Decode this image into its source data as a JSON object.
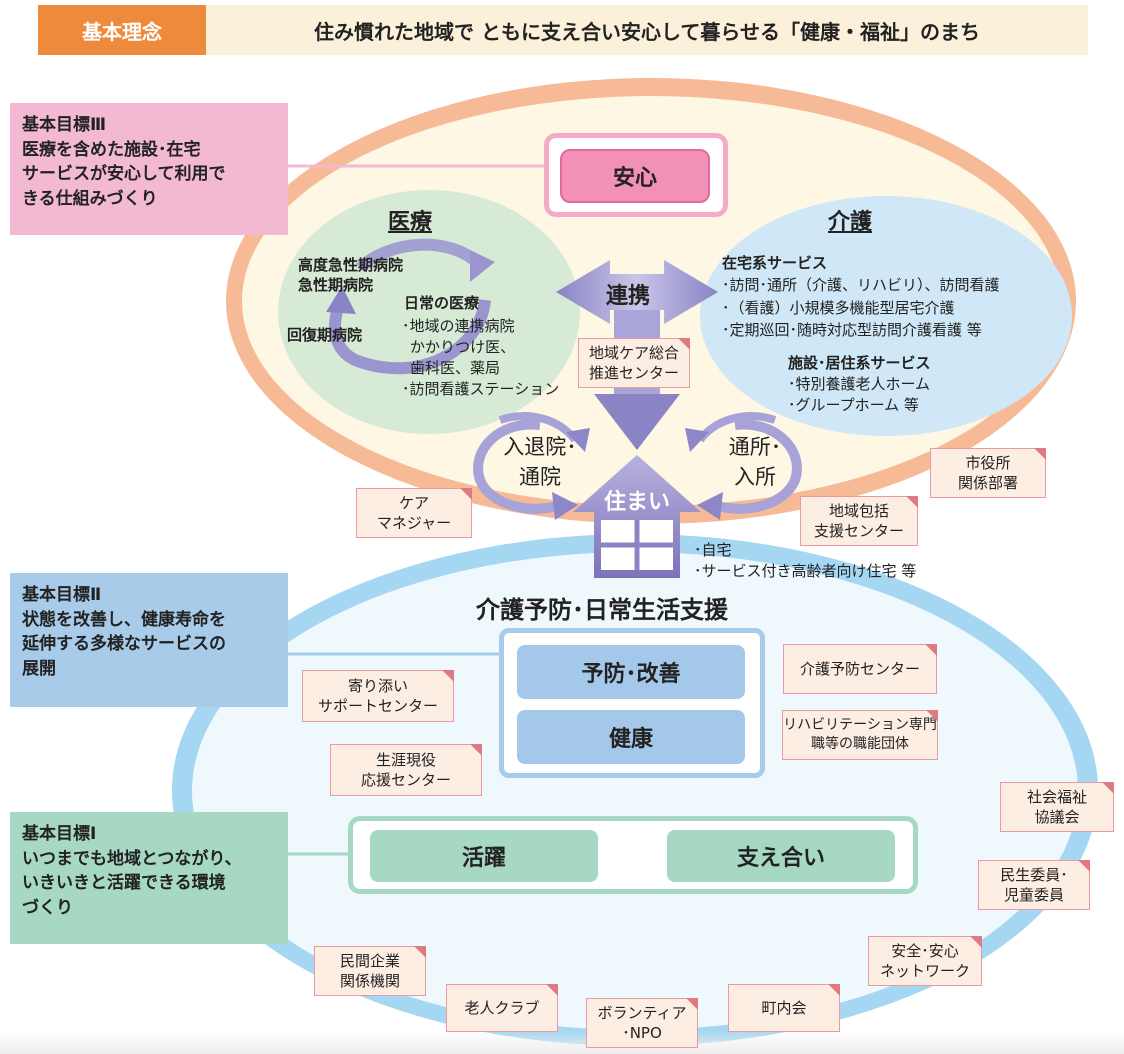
{
  "header": {
    "tag": "基本理念",
    "title": "住み慣れた地域で ともに支え合い安心して暮らせる「健康・福祉」のまち"
  },
  "goals": {
    "g3": {
      "lines": [
        "基本目標Ⅲ",
        "医療を含めた施設･在宅",
        "サービスが安心して利用で",
        "きる仕組みづくり"
      ]
    },
    "g2": {
      "lines": [
        "基本目標Ⅱ",
        "状態を改善し、健康寿命を",
        "延伸する多様なサービスの",
        "展開"
      ]
    },
    "g1": {
      "lines": [
        "基本目標Ⅰ",
        "いつまでも地域とつながり、",
        "いきいきと活躍できる環境",
        "づくり"
      ]
    }
  },
  "anshin": "安心",
  "iryo": {
    "title": "医療",
    "acute": [
      "高度急性期病院",
      "急性期病院"
    ],
    "recovery": "回復期病院",
    "daily_title": "日常の医療",
    "daily_items": [
      "･地域の連携病院",
      "かかりつけ医、",
      "歯科医、薬局",
      "･訪問看護ステーション"
    ]
  },
  "kaigo": {
    "title": "介護",
    "home_title": "在宅系サービス",
    "home_items": [
      "･訪問･通所（介護、リハビリ）、訪問看護",
      "･（看護）小規模多機能型居宅介護",
      "･定期巡回･随時対応型訪問介護看護 等"
    ],
    "facility_title": "施設･居住系サービス",
    "facility_items": [
      "･特別養護老人ホーム",
      "･グループホーム 等"
    ]
  },
  "renkei": "連携",
  "center_tag": [
    "地域ケア総合",
    "推進センター"
  ],
  "nyutaiin": [
    "入退院･",
    "通院"
  ],
  "tsusho": [
    "通所･",
    "入所"
  ],
  "sumai": "住まい",
  "sumai_items": [
    "･自宅",
    "･サービス付き高齢者向け住宅 等"
  ],
  "yobo_title": "介護予防･日常生活支援",
  "yobo": "予防･改善",
  "kenko": "健康",
  "katsuyaku": "活躍",
  "sasaeai": "支え合い",
  "tags": {
    "care_manager": [
      "ケア",
      "マネジャー"
    ],
    "shiyakusho": [
      "市役所",
      "関係部署"
    ],
    "houkatsu": [
      "地域包括",
      "支援センター"
    ],
    "yorisoi": [
      "寄り添い",
      "サポートセンター"
    ],
    "shogai": [
      "生涯現役",
      "応援センター"
    ],
    "kaigo_yobo_center": [
      "介護予防センター"
    ],
    "reha": [
      "リハビリテーション専門",
      "職等の職能団体"
    ],
    "shakyo": [
      "社会福祉",
      "協議会"
    ],
    "minsei": [
      "民生委員･",
      "児童委員"
    ],
    "anzen": [
      "安全･安心",
      "ネットワーク"
    ],
    "chonaikai": [
      "町内会"
    ],
    "volunteer": [
      "ボランティア",
      "･NPO"
    ],
    "rojin": [
      "老人クラブ"
    ],
    "minkan": [
      "民間企業",
      "関係機関"
    ]
  }
}
